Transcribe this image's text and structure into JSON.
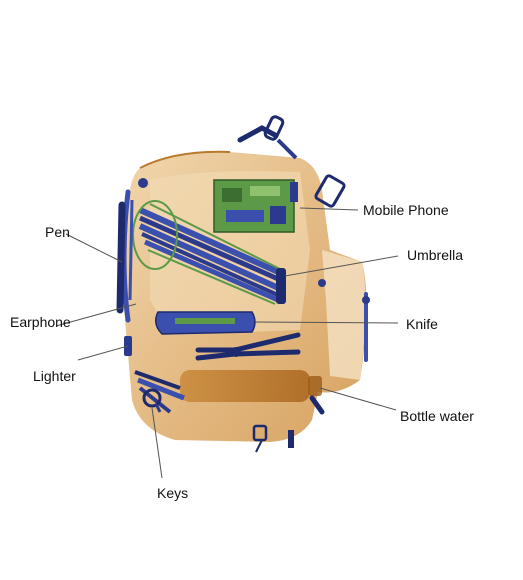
{
  "labels": {
    "mobile_phone": "Mobile Phone",
    "umbrella": "Umbrella",
    "knife": "Knife",
    "bottle_water": "Bottle water",
    "pen": "Pen",
    "earphone": "Earphone",
    "lighter": "Lighter",
    "keys": "Keys"
  },
  "colors": {
    "bag": "#d9a55f",
    "bag_light": "#eccd9e",
    "bag_dark": "#b97a2e",
    "metal_blue": "#3a4fae",
    "metal_dark": "#1d2a6e",
    "circuit_green": "#5c9a48",
    "line": "#555555"
  }
}
